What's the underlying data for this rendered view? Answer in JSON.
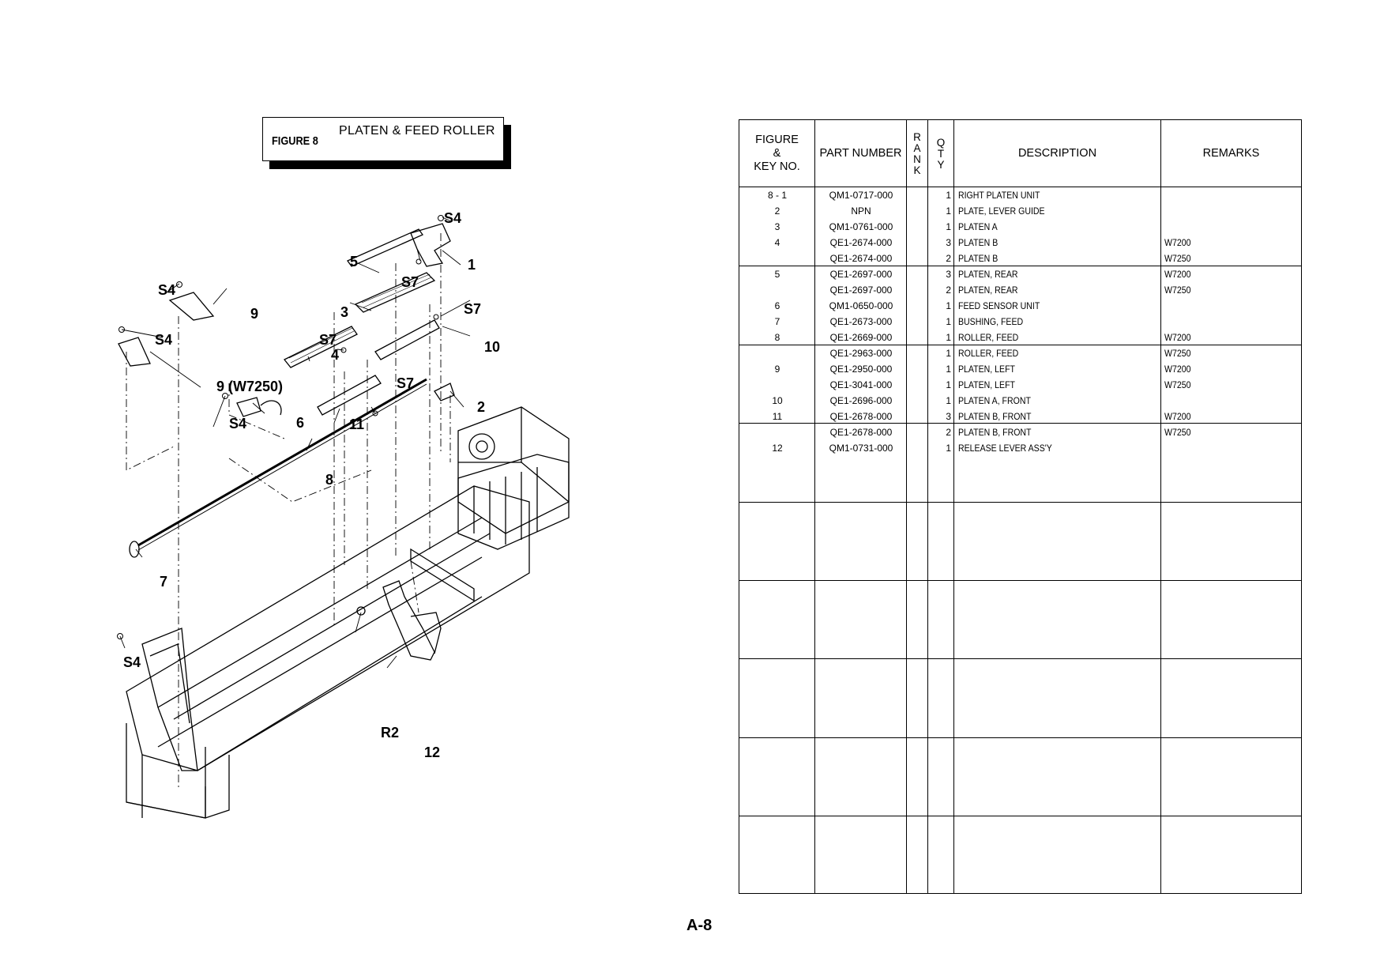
{
  "figure": {
    "number": "FIGURE 8",
    "title": "PLATEN & FEED ROLLER"
  },
  "diagram": {
    "callouts": [
      "S4",
      "1",
      "5",
      "S7",
      "S4",
      "9",
      "3",
      "S7",
      "S4",
      "S7",
      "10",
      "4",
      "9 (W7250)",
      "S7",
      "2",
      "S4",
      "6",
      "11",
      "8",
      "7",
      "S4",
      "R2",
      "12"
    ]
  },
  "table": {
    "headers": {
      "figure_key": "FIGURE\n&\nKEY NO.",
      "part_number": "PART NUMBER",
      "rank": "R\nA\nN\nK",
      "qty": "Q\nT\nY",
      "description": "DESCRIPTION",
      "remarks": "REMARKS"
    },
    "rows": [
      {
        "key": "8 -   1",
        "part": "QM1-0717-000",
        "qty": "1",
        "desc": "RIGHT PLATEN UNIT",
        "remarks": ""
      },
      {
        "key": "2",
        "part": "NPN",
        "qty": "1",
        "desc": "PLATE, LEVER GUIDE",
        "remarks": ""
      },
      {
        "key": "3",
        "part": "QM1-0761-000",
        "qty": "1",
        "desc": "PLATEN A",
        "remarks": ""
      },
      {
        "key": "4",
        "part": "QE1-2674-000",
        "qty": "3",
        "desc": "PLATEN B",
        "remarks": "W7200"
      },
      {
        "key": "",
        "part": "QE1-2674-000",
        "qty": "2",
        "desc": "PLATEN B",
        "remarks": "W7250"
      },
      {
        "key": "5",
        "part": "QE1-2697-000",
        "qty": "3",
        "desc": "PLATEN, REAR",
        "remarks": "W7200"
      },
      {
        "key": "",
        "part": "QE1-2697-000",
        "qty": "2",
        "desc": "PLATEN, REAR",
        "remarks": "W7250"
      },
      {
        "key": "6",
        "part": "QM1-0650-000",
        "qty": "1",
        "desc": "FEED SENSOR UNIT",
        "remarks": ""
      },
      {
        "key": "7",
        "part": "QE1-2673-000",
        "qty": "1",
        "desc": "BUSHING, FEED",
        "remarks": ""
      },
      {
        "key": "8",
        "part": "QE1-2669-000",
        "qty": "1",
        "desc": "ROLLER, FEED",
        "remarks": "W7200"
      },
      {
        "key": "",
        "part": "QE1-2963-000",
        "qty": "1",
        "desc": "ROLLER, FEED",
        "remarks": "W7250"
      },
      {
        "key": "9",
        "part": "QE1-2950-000",
        "qty": "1",
        "desc": "PLATEN, LEFT",
        "remarks": "W7200"
      },
      {
        "key": "",
        "part": "QE1-3041-000",
        "qty": "1",
        "desc": "PLATEN, LEFT",
        "remarks": "W7250"
      },
      {
        "key": "10",
        "part": "QE1-2696-000",
        "qty": "1",
        "desc": "PLATEN A, FRONT",
        "remarks": ""
      },
      {
        "key": "11",
        "part": "QE1-2678-000",
        "qty": "3",
        "desc": "PLATEN B, FRONT",
        "remarks": "W7200"
      },
      {
        "key": "",
        "part": "QE1-2678-000",
        "qty": "2",
        "desc": "PLATEN B, FRONT",
        "remarks": "W7250"
      },
      {
        "key": "12",
        "part": "QM1-0731-000",
        "qty": "1",
        "desc": "RELEASE LEVER ASS'Y",
        "remarks": ""
      }
    ]
  },
  "page_number": "A-8"
}
